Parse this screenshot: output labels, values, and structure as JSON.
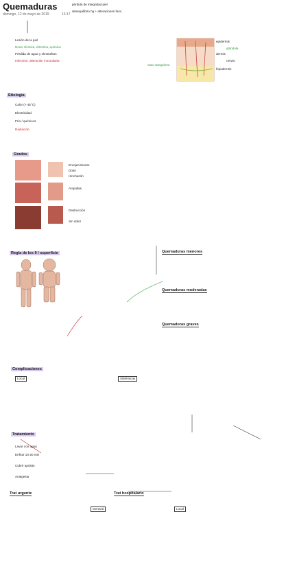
{
  "title": "Quemaduras",
  "date": "domingo, 12 de mayo de 2019",
  "time": "13:17",
  "top_note": "pérdida de integridad piel",
  "top_note2": "desequilibrio hg + alteraciones func.",
  "skin_labels": [
    "epidermis",
    "dermis",
    "hipodermis",
    "vaso sanguíneo",
    "nervio",
    "glándula"
  ],
  "sections": {
    "intro": [
      "Lesión de la piel",
      "Noxa: térmica, eléctrica, química",
      "Pérdida de agua y electrolitos",
      "Infección, alteración inmunitaria"
    ],
    "etiologia": "Etiología",
    "etio_items": [
      "Calor (> 45°C)",
      "Electricidad",
      "Frío / químicos",
      "Radiación"
    ],
    "grados": "Grados",
    "grados_items": [
      "Enrojecimiento",
      "Dolor",
      "Hinchazón",
      "Ampollas",
      "Destrucción",
      "Sin dolor"
    ],
    "regla": "Regla de los 9 / superficie",
    "clasif": "Quemaduras menores",
    "clasif2": "Quemaduras moderadas",
    "clasif3": "Quemaduras graves",
    "complicaciones": "Complicaciones",
    "compl_local": "Local",
    "compl_sistemicas": "Sistémicas",
    "tratamiento": "Tratamiento",
    "trat_items": [
      "Lavar con agua",
      "Enfriar 10-20 min",
      "Cubrir apósito",
      "Analgesia"
    ],
    "trat_urgente": "Trat urgente",
    "trat_hospital": "Trat hospitalario",
    "trat_local": "Local",
    "trat_general": "General"
  },
  "colors": {
    "green": "#2e9a3a",
    "red": "#c4282e",
    "pink": "#d22f7a",
    "purple": "#6b3aa0"
  },
  "icons": [
    "skin-diagram",
    "body-diagram",
    "burn-photo"
  ]
}
